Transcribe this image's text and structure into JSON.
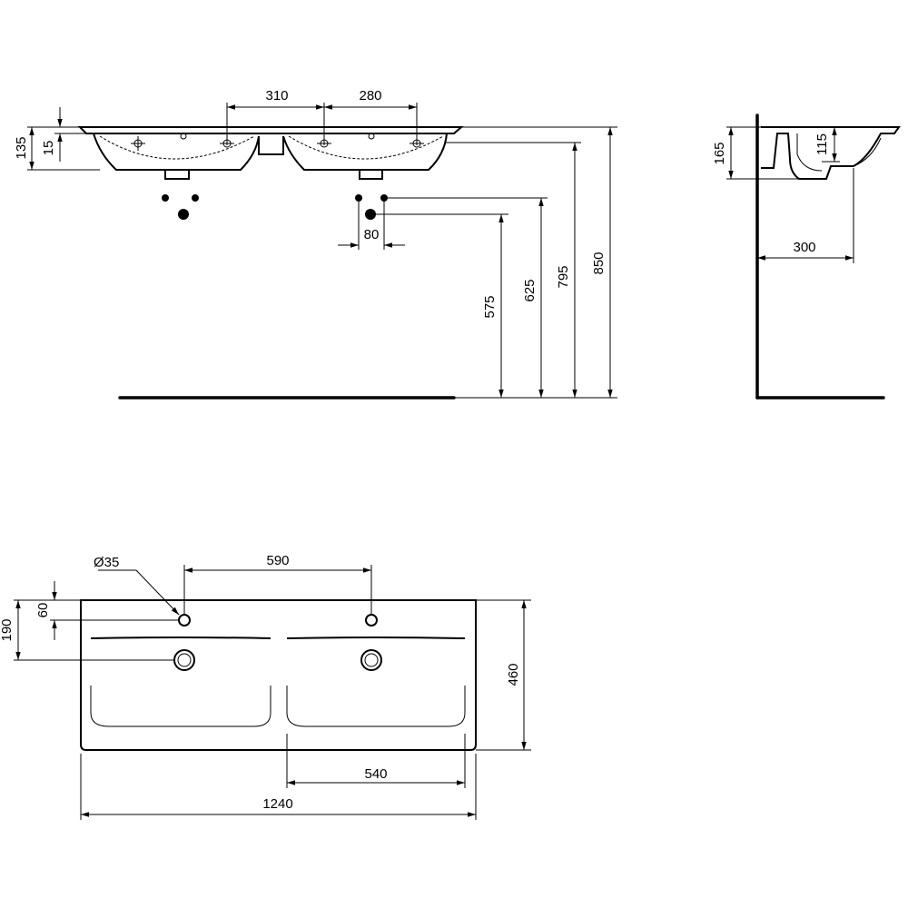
{
  "front_view": {
    "dims": {
      "tap_left": "310",
      "tap_right": "280",
      "overall_height": "135",
      "rim": "15",
      "waste_spacing": "80",
      "h575": "575",
      "h625": "625",
      "h795": "795",
      "h850": "850"
    }
  },
  "side_view": {
    "dims": {
      "depth": "165",
      "bowl": "115",
      "waste_offset": "300"
    }
  },
  "plan_view": {
    "dims": {
      "tap_hole": "Ø35",
      "tap_spacing": "590",
      "tap_from_back": "60",
      "waste_from_back": "190",
      "depth": "460",
      "basin_width": "540",
      "overall_width": "1240"
    }
  }
}
